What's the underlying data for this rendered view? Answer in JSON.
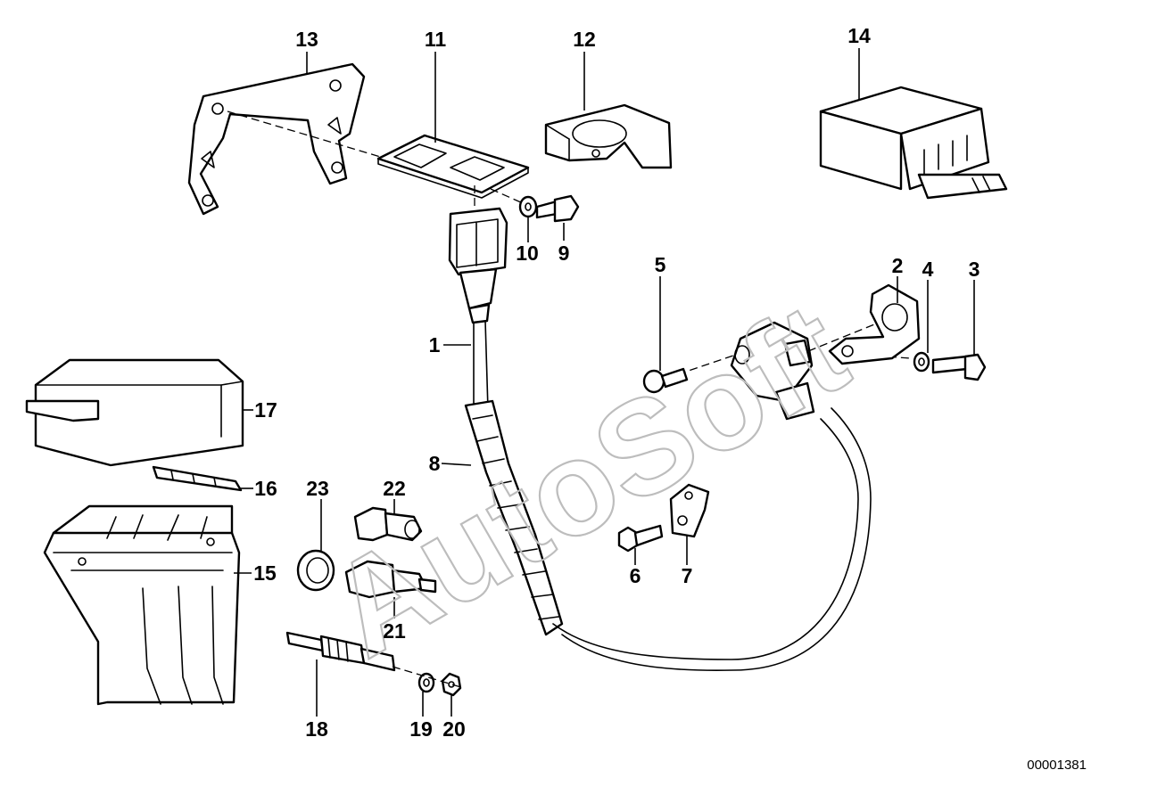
{
  "diagram": {
    "reference_number": "00001381",
    "watermark": "AutoSoft",
    "callouts": [
      "1",
      "2",
      "3",
      "4",
      "5",
      "6",
      "7",
      "8",
      "9",
      "10",
      "11",
      "12",
      "13",
      "14",
      "15",
      "16",
      "17",
      "18",
      "19",
      "20",
      "21",
      "22",
      "23"
    ]
  }
}
